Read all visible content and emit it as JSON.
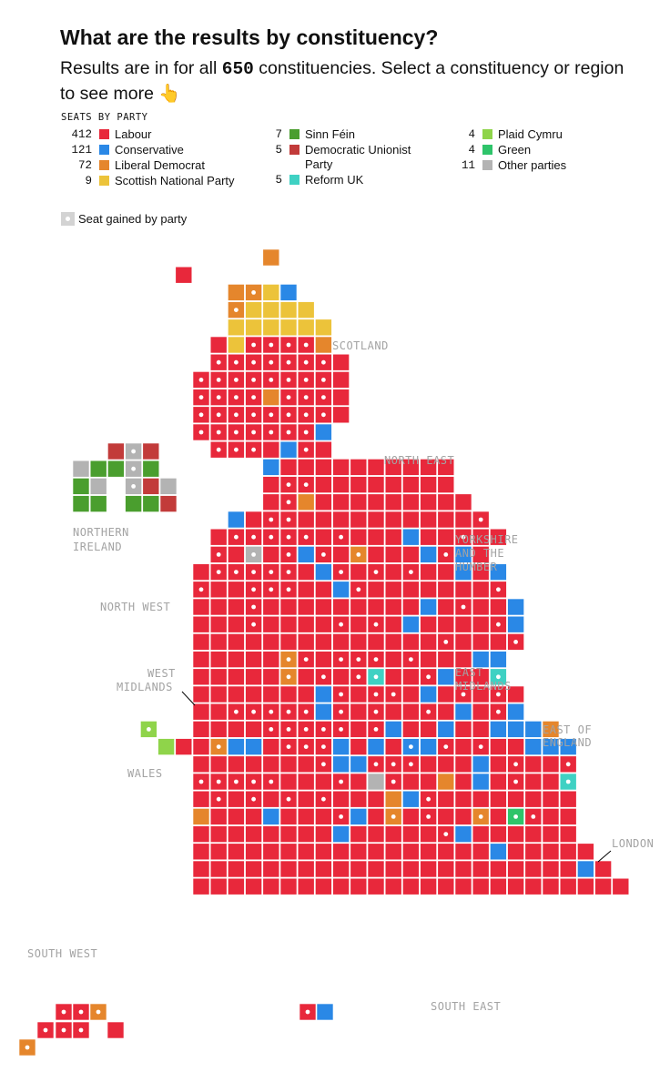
{
  "title": "What are the results by constituency?",
  "subtitle": {
    "before": "Results are in for all ",
    "number": "650",
    "after": " constituencies. Select a constituency or region to see more 👆"
  },
  "legend": {
    "title": "SEATS BY PARTY",
    "columns": [
      [
        {
          "count": "412",
          "party": "Labour",
          "color": "#e8283b"
        },
        {
          "count": "121",
          "party": "Conservative",
          "color": "#2a88e6"
        },
        {
          "count": "72",
          "party": "Liberal Democrat",
          "color": "#e5862c"
        },
        {
          "count": "9",
          "party": "Scottish National Party",
          "color": "#ecc33a"
        }
      ],
      [
        {
          "count": "7",
          "party": "Sinn Féin",
          "color": "#4a9e2e"
        },
        {
          "count": "5",
          "party": "Democratic Unionist Party",
          "color": "#c23b3a"
        },
        {
          "count": "5",
          "party": "Reform UK",
          "color": "#3fd1c3"
        }
      ],
      [
        {
          "count": "4",
          "party": "Plaid Cymru",
          "color": "#8fd44a"
        },
        {
          "count": "4",
          "party": "Green",
          "color": "#2ec46a"
        },
        {
          "count": "11",
          "party": "Other parties",
          "color": "#b3b3b3"
        }
      ]
    ],
    "gain_label": "Seat gained by party"
  },
  "regions": [
    {
      "name": "SCOTLAND"
    },
    {
      "name": "NORTH EAST"
    },
    {
      "name": "NORTHERN IRELAND"
    },
    {
      "name": "YORKSHIRE AND THE HUMBER"
    },
    {
      "name": "NORTH WEST"
    },
    {
      "name": "WEST MIDLANDS"
    },
    {
      "name": "EAST MIDLANDS"
    },
    {
      "name": "EAST OF ENGLAND"
    },
    {
      "name": "WALES"
    },
    {
      "name": "LONDON"
    },
    {
      "name": "SOUTH WEST"
    },
    {
      "name": "SOUTH EAST"
    }
  ],
  "party_codes": {
    "L": "Labour",
    "C": "Conservative",
    "D": "Liberal Democrat",
    "S": "Scottish National Party",
    "F": "Sinn Féin",
    "U": "Democratic Unionist Party",
    "R": "Reform UK",
    "P": "Plaid Cymru",
    "G": "Green",
    "O": "Other parties"
  },
  "map_rows": [
    "..............D.................",
    ".........L......................",
    "............DdSC................",
    "............dSSSS...............",
    "............SSSSSS..............",
    "...........LSllllD..............",
    "...........lllllllL.............",
    "..........llllllllL.............",
    "..........llllDlllL.............",
    "..........llllllllL.............",
    "..........lllllllC..............",
    "...........lllLClL..............",
    "..............CLLLLLLLLLL.......",
    "..............LllLLLLLLLL.......",
    "..............LlDLLLLLLLLL......",
    "............CLllLLLLLLLLLLl.....",
    "...........LlllllLlLLLCLLlLL....",
    "...........lLoLlClLdLLLClCL.....",
    "..........LlllllLClLlLlLLCLC....",
    "..........lLLlllLLClLLLLLLLl....",
    "..........LLLlLLLLLLLLLCLlLLC...",
    "..........LLLlLLLLlLlLCLLLLlC...",
    "..........LLLLLLLLLLLLLLlLLLl...",
    "..........LLLLLdlLlllLlLLLCC....",
    "..........LLLLLdLlLlrLLlCLLr....",
    "..........LLLLLLLClLllLCLlLlL...",
    "..........LLlllllClLlLLlLCLlC...",
    ".......p..LLLLlllllLlCLLCLLCCCD.",
    "........PLLdCCLlllCLCLcClLlLLCCC",
    "..........LLLLLLLlCClllLLLCLlLLl",
    "..........lllllLLLlLOlLLDLCLlLLr",
    "..........LlLlLlLlLLLDClLLLLLLLL",
    "..........DLLLCLLLlCLdLlLLdLglLL",
    "..........LLLLLLLLCLLLLLlCLLLLLL",
    "..........LLLLLLLLLLLLLLLLLCLLLLL",
    "..........LLLLLLLLLLLLLLLLLLLLLLCL",
    "..........LLLLLLLLLLLLLLLLLLLLLLLLL"
  ]
}
